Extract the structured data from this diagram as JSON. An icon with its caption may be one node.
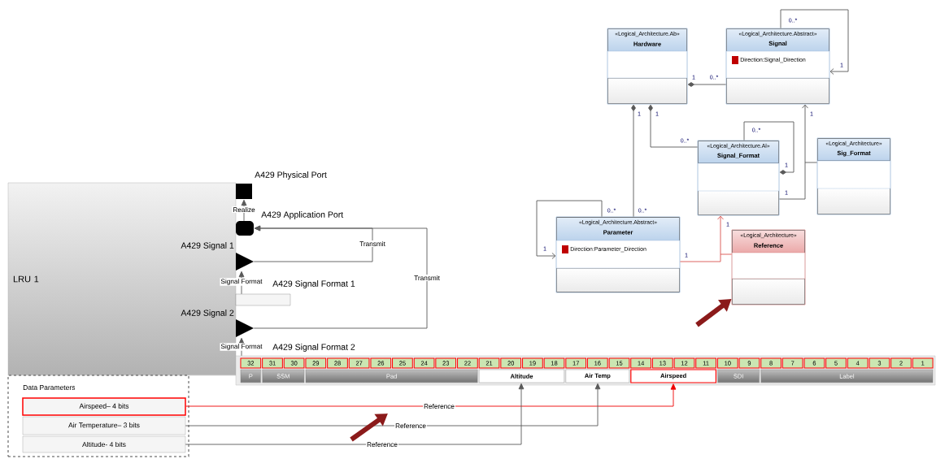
{
  "diagram": {
    "nodes": [
      {
        "text": [
          "LRU 1"
        ]
      },
      {
        "text": [],
        "shape": "box",
        "beside": [
          "A429 Physical Port"
        ]
      },
      {
        "text": [],
        "shape": "box",
        "beside": [
          "A429 Application Port"
        ]
      },
      {
        "text": [],
        "shape": "triangle",
        "beside": [
          "A429 Signal 1"
        ]
      },
      {
        "text": [],
        "shape": "bar",
        "beside": [
          "A429 Signal Format  1"
        ]
      },
      {
        "text": [],
        "shape": "triangle",
        "beside": [
          "A429 Signal 2"
        ]
      },
      {
        "text": [],
        "shape": "bar",
        "beside": [
          "A429 Signal Format  2"
        ]
      },
      {
        "text": [
          "P"
        ],
        "in": 6
      },
      {
        "text": [
          "SSM"
        ],
        "in": 6
      },
      {
        "text": [
          "Pad"
        ],
        "in": 6
      },
      {
        "text": [
          "Altitude"
        ],
        "in": 6
      },
      {
        "text": [
          "Air Temp"
        ],
        "in": 6
      },
      {
        "text": [
          "Airspeed"
        ],
        "in": 6
      },
      {
        "text": [
          "SDI"
        ],
        "in": 6
      },
      {
        "text": [
          "Label"
        ],
        "in": 6
      },
      {
        "text": [
          "Data Parameters"
        ]
      },
      {
        "text": [
          "Airspeed– 4 bits"
        ],
        "in": 15
      },
      {
        "text": [
          "Air Temperature– 3 bits"
        ],
        "in": 15
      },
      {
        "text": [
          "Altitude- 4 bits"
        ],
        "in": 15
      },
      {
        "text": [
          "«Logical_Architecture.Ab»",
          "Hardware"
        ]
      },
      {
        "text": [
          "«Logical_Architecture.Abstract»",
          "Signal",
          "Direction:Signal_Direction"
        ]
      },
      {
        "text": [
          "«Logical_Architecture.Al»",
          "Signal_Format"
        ]
      },
      {
        "text": [
          "«Logical_Architecture»",
          "Sig_Format"
        ]
      },
      {
        "text": [
          "«Logical_Architecture.Abstract»",
          "Parameter",
          "Direction:Parameter_Direction"
        ]
      },
      {
        "text": [
          "«Logical_Architecture»",
          "Reference"
        ]
      }
    ],
    "edges": [
      {
        "from": 2,
        "to": 1,
        "arrow": "to",
        "label": "Realize"
      },
      {
        "from": 3,
        "to": 2,
        "arrow": "to",
        "label": "Transmit"
      },
      {
        "from": 5,
        "to": 2,
        "arrow": "to",
        "label": "Transmit"
      },
      {
        "from": 4,
        "to": 3,
        "arrow": "to",
        "label": "Signal Format"
      },
      {
        "from": 6,
        "to": 5,
        "arrow": "to",
        "label": "Signal Format"
      },
      {
        "from": 16,
        "to": 12,
        "arrow": "to",
        "label": "Reference",
        "color": "#ee0000"
      },
      {
        "from": 17,
        "to": 11,
        "arrow": "to",
        "label": "Reference"
      },
      {
        "from": 18,
        "to": 10,
        "arrow": "to",
        "label": "Reference"
      },
      {
        "from": 20,
        "to": 19,
        "arrow": "other"
      },
      {
        "from": 20,
        "to": 20,
        "arrow": "to"
      },
      {
        "from": 21,
        "to": 19,
        "arrow": "other"
      },
      {
        "from": 23,
        "to": 19,
        "arrow": "other"
      },
      {
        "from": 21,
        "to": 21,
        "arrow": "other"
      },
      {
        "from": 21,
        "to": 20,
        "arrow": "to"
      },
      {
        "from": 22,
        "to": null,
        "arrow": "none"
      },
      {
        "from": 23,
        "to": 23,
        "arrow": "to"
      },
      {
        "from": 23,
        "to": 21,
        "arrow": "to",
        "color": "#d9534f"
      },
      {
        "from": 24,
        "to": null,
        "arrow": "none",
        "color": "#d9534f"
      },
      {
        "from": null,
        "to": 24,
        "arrow": "to",
        "style": "thick",
        "color": "#8b1a1a"
      }
    ],
    "labels": [
      "0..*",
      "1",
      "1",
      "0..*",
      "1",
      "1",
      "1",
      "0..*",
      "0..*",
      "1",
      "1",
      "0..*",
      "0..*",
      "1",
      "1",
      "1",
      "32",
      "31",
      "30",
      "29",
      "28",
      "27",
      "26",
      "25",
      "24",
      "23",
      "22",
      "21",
      "20",
      "19",
      "18",
      "17",
      "16",
      "15",
      "14",
      "13",
      "12",
      "11",
      "10",
      "9",
      "8",
      "7",
      "6",
      "5",
      "4",
      "3",
      "2",
      "1"
    ]
  }
}
